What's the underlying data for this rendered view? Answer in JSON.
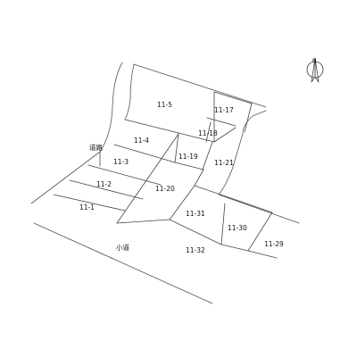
{
  "map": {
    "labels": {
      "road": "道路",
      "lane": "小道"
    },
    "parcels": {
      "p11_5": "11-5",
      "p11_17": "11-17",
      "p11_18": "11-18",
      "p11_4": "11-4",
      "p11_19": "11-19",
      "p11_21": "11-21",
      "p11_3": "11-3",
      "p11_2": "11-2",
      "p11_20": "11-20",
      "p11_1": "11-1",
      "p11_31": "11-31",
      "p11_30": "11-30",
      "p11_29": "11-29",
      "p11_32": "11-32"
    },
    "north": {
      "letter": "N",
      "icon": "north-arrow-icon"
    }
  }
}
